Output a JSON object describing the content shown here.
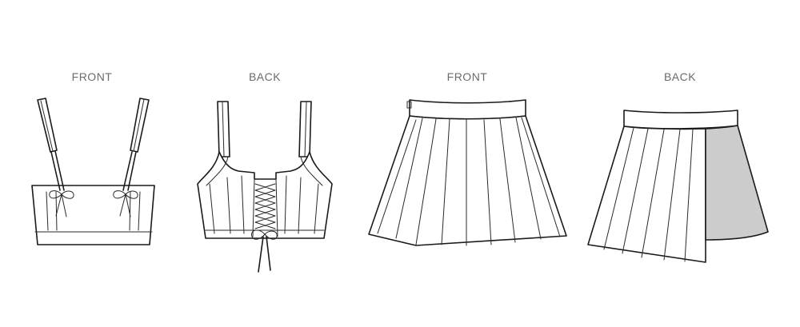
{
  "views": [
    {
      "label": "FRONT"
    },
    {
      "label": "BACK"
    },
    {
      "label": "FRONT"
    },
    {
      "label": "BACK"
    }
  ],
  "colors": {
    "outline": "#1a1a1a",
    "label": "#6b6b6b",
    "lining_shade": "#cccccc"
  }
}
